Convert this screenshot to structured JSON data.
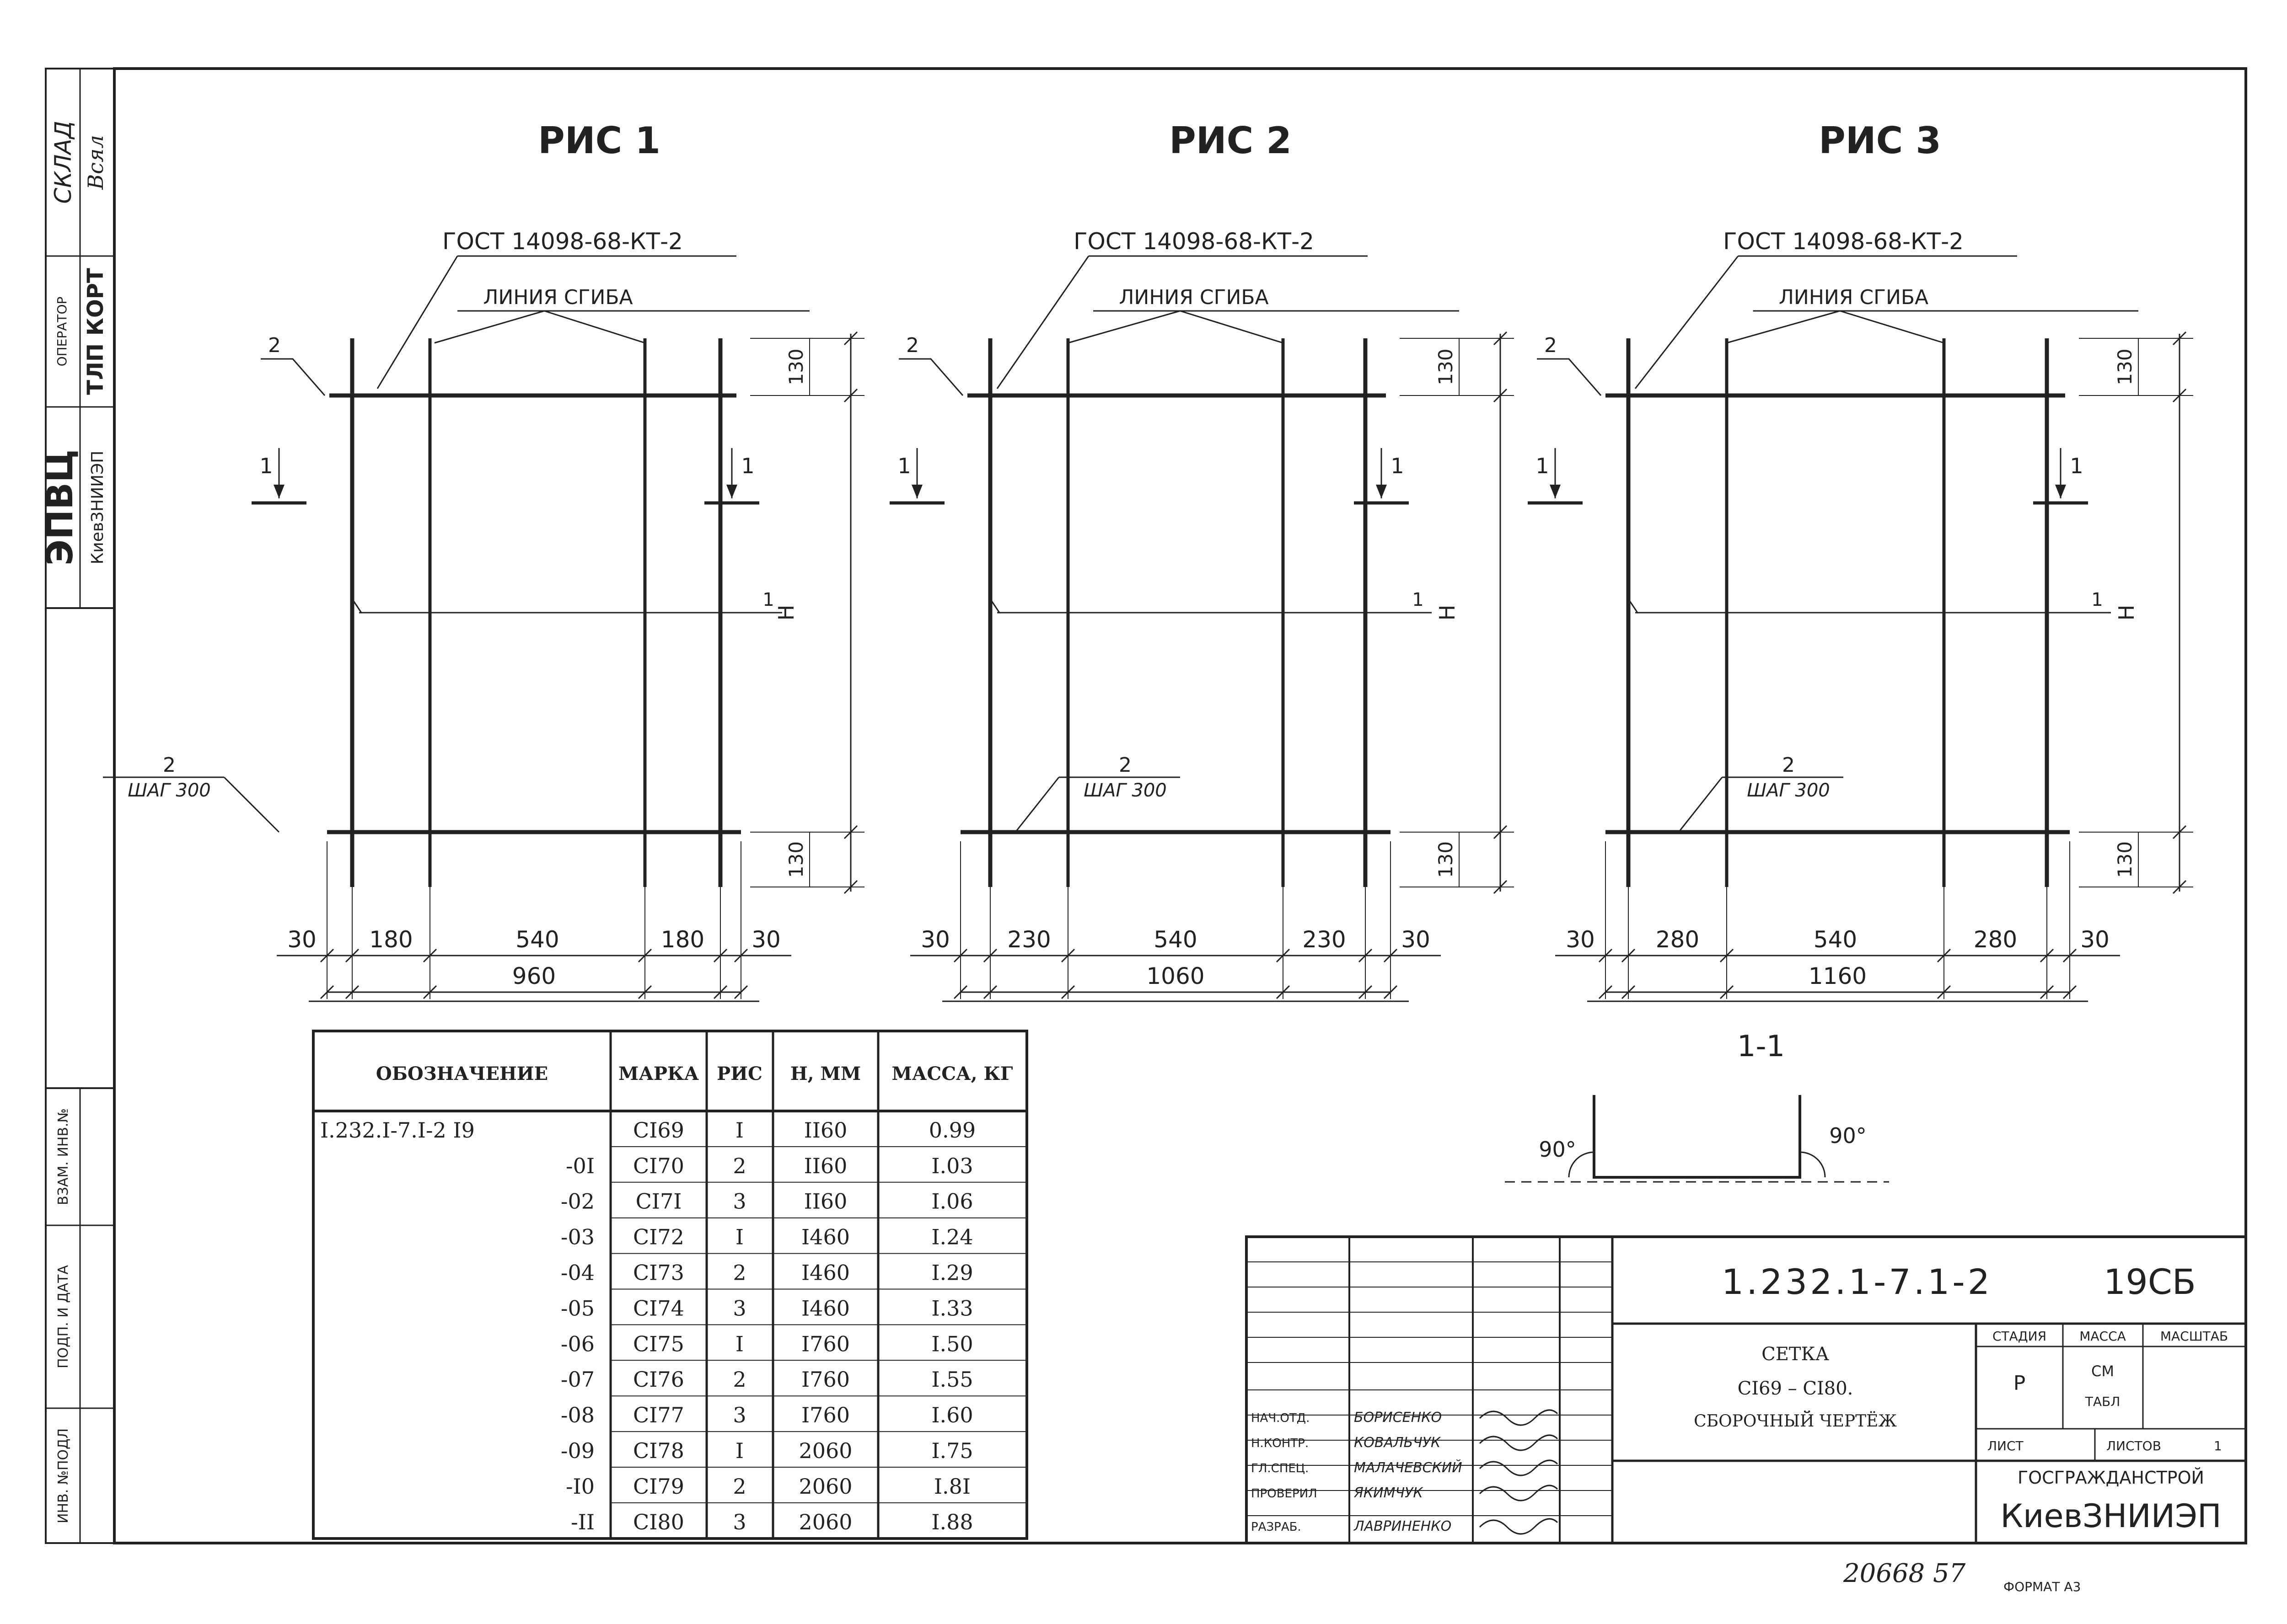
{
  "side_stamp": {
    "top_left_line1": "ЭПВЦ",
    "top_left_line2": "КиевЗНИИЭП",
    "operator_label": "ОПЕРАТОР",
    "operator_name": "ТЛП КОРТ",
    "sklad_label": "СКЛАД",
    "sklad_sign": "Всял",
    "bottom_fields": [
      "ВЗАМ. ИНВ.№",
      "ПОДП. И ДАТА",
      "ИНВ. №ПОДЛ"
    ]
  },
  "figures": [
    {
      "title": "РИС 1",
      "gost": "ГОСТ 14098-68-КТ-2",
      "bend_label": "ЛИНИЯ СГИБА",
      "pos2_top": "2",
      "pos2_bottom": "2",
      "step": "ШАГ 300",
      "pos1": "1",
      "section": "1",
      "dim_top": "130",
      "dim_bottom": "130",
      "height_label": "Н",
      "dims": [
        "30",
        "180",
        "540",
        "180",
        "30"
      ],
      "total": "960"
    },
    {
      "title": "РИС 2",
      "gost": "ГОСТ 14098-68-КТ-2",
      "bend_label": "ЛИНИЯ СГИБА",
      "pos2_top": "2",
      "pos2_bottom": "2",
      "step": "ШАГ 300",
      "pos1": "1",
      "section": "1",
      "dim_top": "130",
      "dim_bottom": "130",
      "height_label": "Н",
      "dims": [
        "30",
        "230",
        "540",
        "230",
        "30"
      ],
      "total": "1060"
    },
    {
      "title": "РИС 3",
      "gost": "ГОСТ 14098-68-КТ-2",
      "bend_label": "ЛИНИЯ СГИБА",
      "pos2_top": "2",
      "pos2_bottom": "2",
      "step": "ШАГ 300",
      "pos1": "1",
      "section": "1",
      "dim_top": "130",
      "dim_bottom": "130",
      "height_label": "Н",
      "dims": [
        "30",
        "280",
        "540",
        "280",
        "30"
      ],
      "total": "1160"
    }
  ],
  "section_view": {
    "title": "1-1",
    "angle_left": "90°",
    "angle_right": "90°"
  },
  "spec_table": {
    "headers": [
      "ОБОЗНАЧЕНИЕ",
      "МАРКА",
      "РИС",
      "Н, ММ",
      "МАССА, КГ"
    ],
    "rows": [
      [
        "I.232.I-7.I-2 I9",
        "CI69",
        "I",
        "II60",
        "0.99"
      ],
      [
        "-0I",
        "CI70",
        "2",
        "II60",
        "I.03"
      ],
      [
        "-02",
        "CI7I",
        "3",
        "II60",
        "I.06"
      ],
      [
        "-03",
        "CI72",
        "I",
        "I460",
        "I.24"
      ],
      [
        "-04",
        "CI73",
        "2",
        "I460",
        "I.29"
      ],
      [
        "-05",
        "CI74",
        "3",
        "I460",
        "I.33"
      ],
      [
        "-06",
        "CI75",
        "I",
        "I760",
        "I.50"
      ],
      [
        "-07",
        "CI76",
        "2",
        "I760",
        "I.55"
      ],
      [
        "-08",
        "CI77",
        "3",
        "I760",
        "I.60"
      ],
      [
        "-09",
        "CI78",
        "I",
        "2060",
        "I.75"
      ],
      [
        "-I0",
        "CI79",
        "2",
        "2060",
        "I.8I"
      ],
      [
        "-II",
        "CI80",
        "3",
        "2060",
        "I.88"
      ]
    ]
  },
  "title_block": {
    "code": "1.232.1-7.1-2",
    "sheet_no": "19СБ",
    "name_line1": "СЕТКА",
    "name_line2": "CI69 – CI80.",
    "name_line3": "СБОРОЧНЫЙ ЧЕРТЁЖ",
    "stage_label": "СТАДИЯ",
    "mass_label": "МАССА",
    "scale_label": "МАСШТАБ",
    "stage_value": "Р",
    "mass_value_1": "СМ",
    "mass_value_2": "ТАБЛ",
    "sheet_label": "ЛИСТ",
    "sheets_label": "ЛИСТОВ",
    "sheets_value": "1",
    "org1": "ГОСГРАЖДАНСТРОЙ",
    "org2": "КиевЗНИИЭП",
    "roles": [
      "НАЧ.ОТД.",
      "Н.КОНТР.",
      "ГЛ.СПЕЦ.",
      "ПРОВЕРИЛ",
      "РАЗРАБ."
    ],
    "names": [
      "БОРИСЕНКО",
      "КОВАЛЬЧУК",
      "МАЛАЧЕВСКИЙ",
      "ЯКИМЧУК",
      "ЛАВРИНЕНКО"
    ]
  },
  "footer": {
    "archive_number": "20668 57",
    "format": "ФОРМАТ А3"
  }
}
